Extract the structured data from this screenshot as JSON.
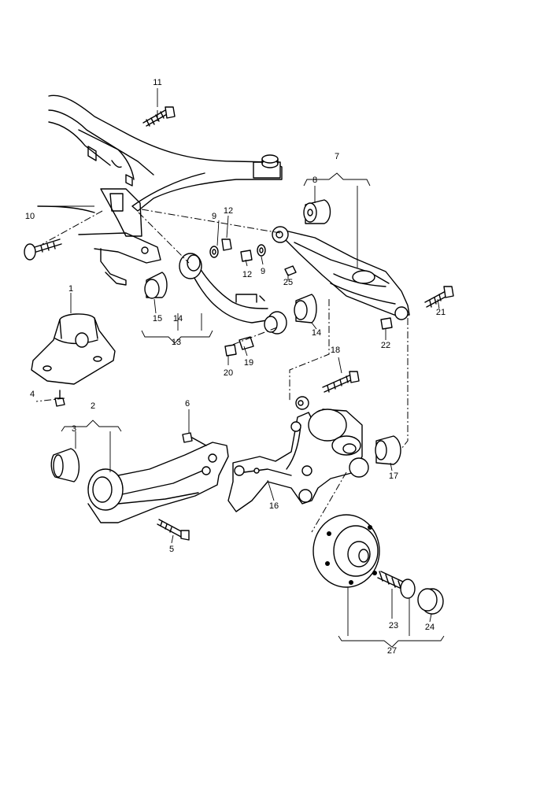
{
  "callouts": {
    "c1": "1",
    "c2": "2",
    "c3": "3",
    "c4": "4",
    "c5": "5",
    "c6": "6",
    "c7": "7",
    "c8": "8",
    "c9a": "9",
    "c9b": "9",
    "c10": "10",
    "c11": "11",
    "c12a": "12",
    "c12b": "12",
    "c13": "13",
    "c14a": "14",
    "c14b": "14",
    "c15": "15",
    "c16": "16",
    "c17": "17",
    "c18": "18",
    "c19": "19",
    "c20": "20",
    "c21": "21",
    "c22": "22",
    "c23": "23",
    "c24": "24",
    "c25": "25",
    "c27": "27"
  }
}
